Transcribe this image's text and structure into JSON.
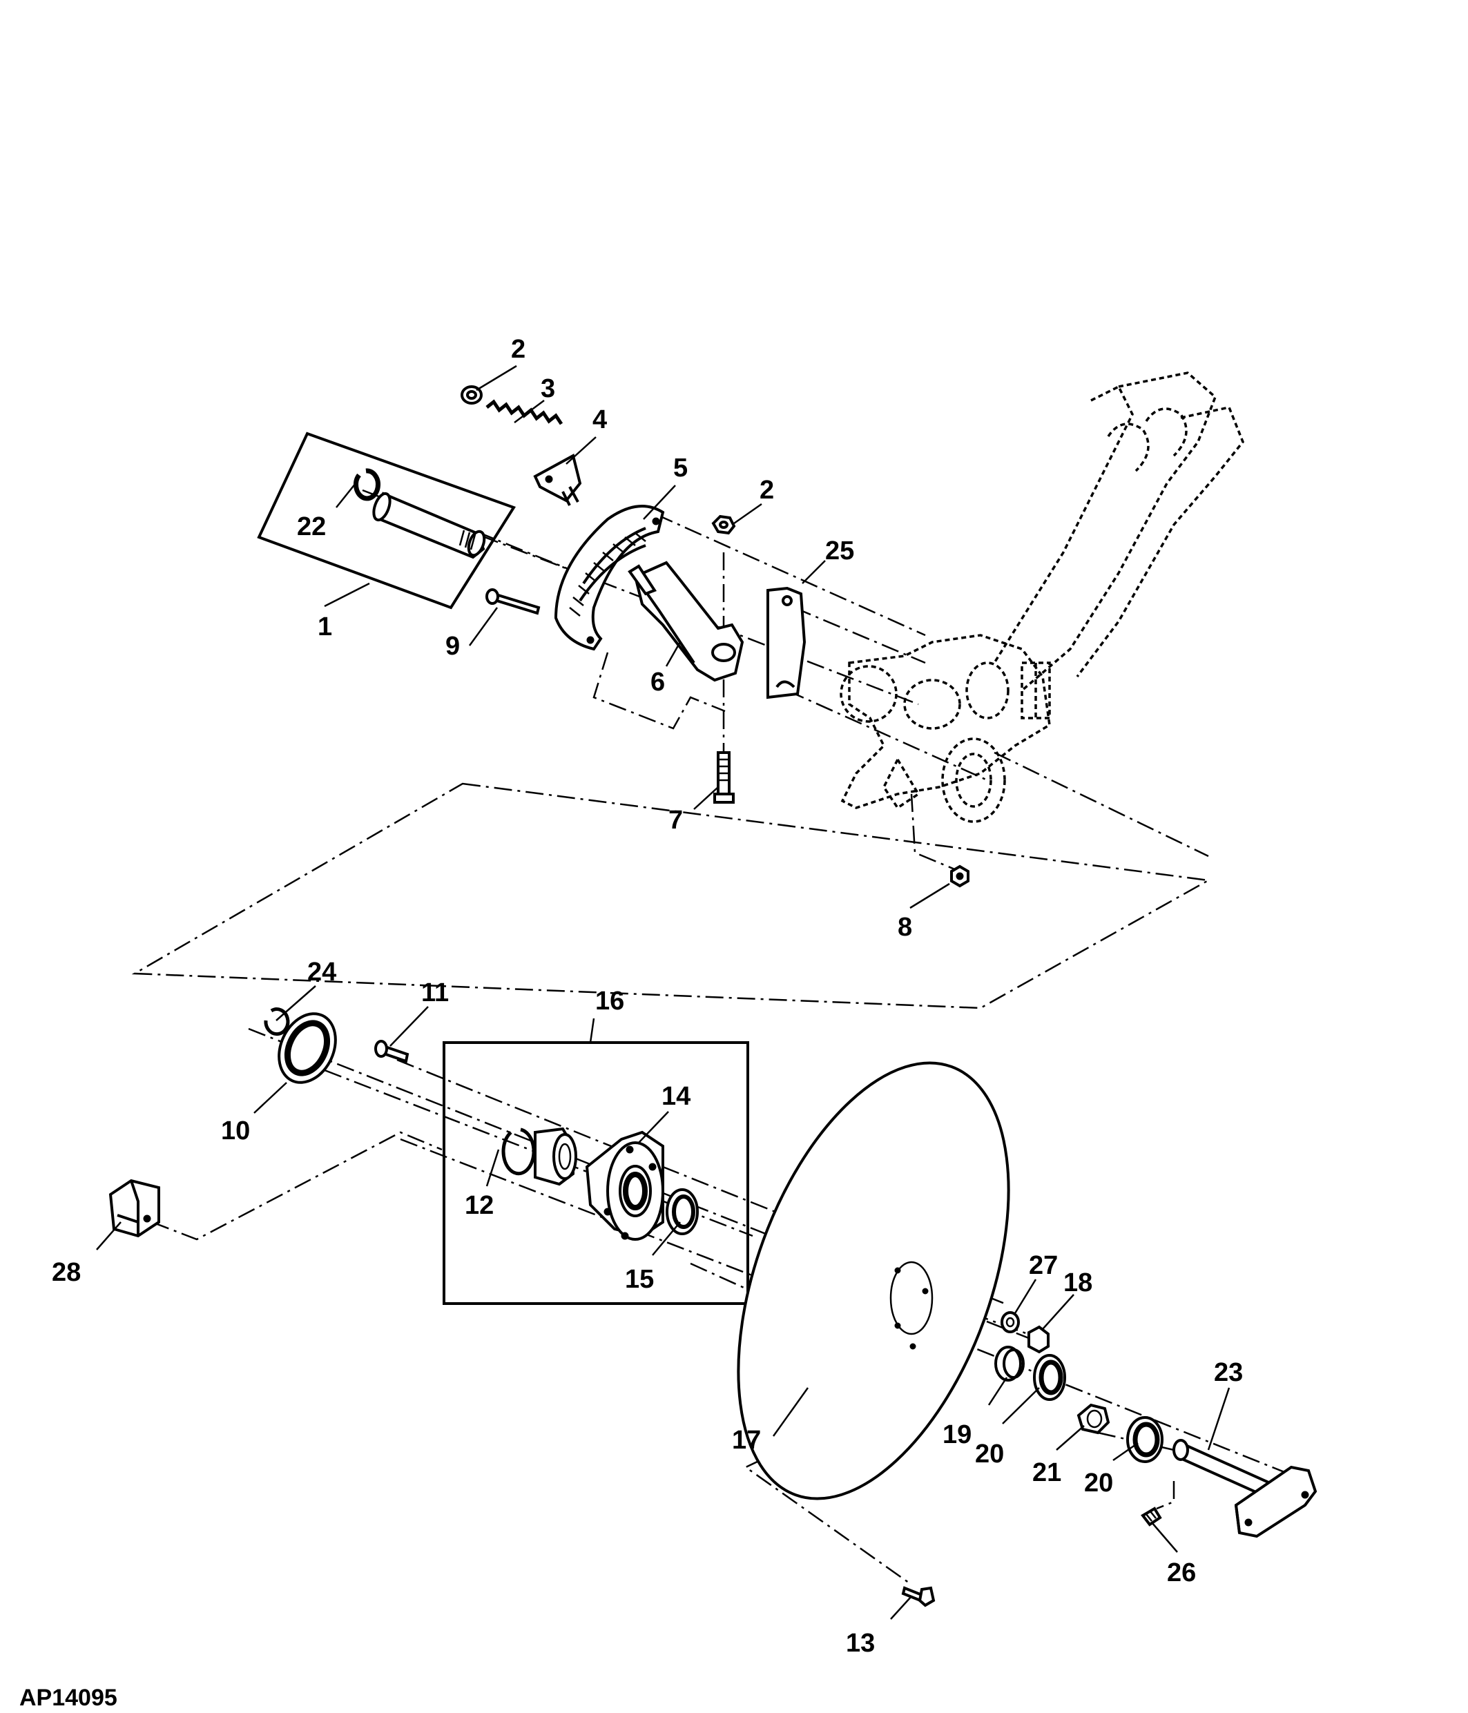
{
  "figure_id": "AP14095",
  "callouts": [
    {
      "id": "c1",
      "text": "1"
    },
    {
      "id": "c2a",
      "text": "2"
    },
    {
      "id": "c2b",
      "text": "2"
    },
    {
      "id": "c3",
      "text": "3"
    },
    {
      "id": "c4",
      "text": "4"
    },
    {
      "id": "c5",
      "text": "5"
    },
    {
      "id": "c6",
      "text": "6"
    },
    {
      "id": "c7",
      "text": "7"
    },
    {
      "id": "c8",
      "text": "8"
    },
    {
      "id": "c9",
      "text": "9"
    },
    {
      "id": "c10",
      "text": "10"
    },
    {
      "id": "c11",
      "text": "11"
    },
    {
      "id": "c12",
      "text": "12"
    },
    {
      "id": "c13",
      "text": "13"
    },
    {
      "id": "c14",
      "text": "14"
    },
    {
      "id": "c15",
      "text": "15"
    },
    {
      "id": "c16",
      "text": "16"
    },
    {
      "id": "c17",
      "text": "17"
    },
    {
      "id": "c18",
      "text": "18"
    },
    {
      "id": "c19",
      "text": "19"
    },
    {
      "id": "c20a",
      "text": "20"
    },
    {
      "id": "c20b",
      "text": "20"
    },
    {
      "id": "c21",
      "text": "21"
    },
    {
      "id": "c22",
      "text": "22"
    },
    {
      "id": "c23",
      "text": "23"
    },
    {
      "id": "c24",
      "text": "24"
    },
    {
      "id": "c25",
      "text": "25"
    },
    {
      "id": "c26",
      "text": "26"
    },
    {
      "id": "c27",
      "text": "27"
    },
    {
      "id": "c28",
      "text": "28"
    }
  ]
}
